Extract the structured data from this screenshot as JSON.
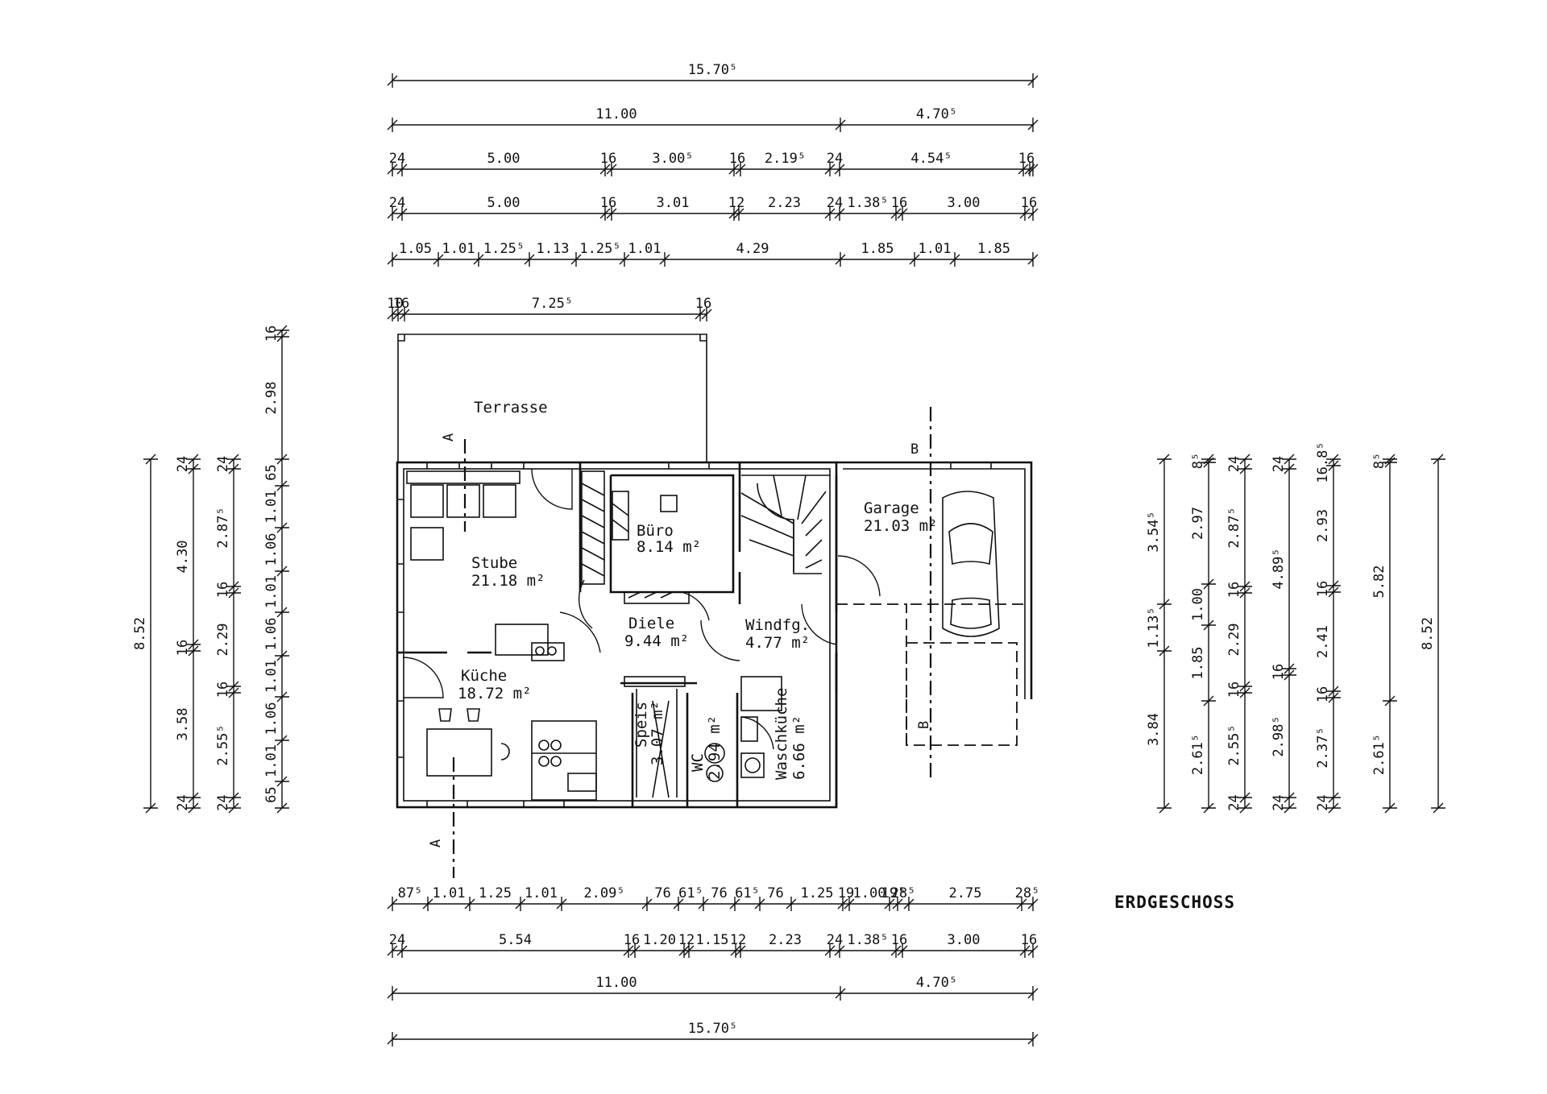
{
  "title": "ERDGESCHOSS",
  "rooms": {
    "terrasse": "Terrasse",
    "stube": "Stube",
    "stube_area": "21.18 m²",
    "buero": "Büro",
    "buero_area": "8.14 m²",
    "diele": "Diele",
    "diele_area": "9.44 m²",
    "windfang": "Windfg.",
    "windfang_area": "4.77 m²",
    "garage": "Garage",
    "garage_area": "21.03 m²",
    "kueche": "Küche",
    "kueche_area": "18.72 m²",
    "speis": "Speis",
    "speis_area": "3.07 m²",
    "wc": "WC",
    "wc_area": "2.94 m²",
    "waschkueche": "Waschküche",
    "waschkueche_area": "6.66 m²"
  },
  "section_markers": {
    "a": "A",
    "b": "B"
  },
  "dimensions": {
    "top_total": "15.70⁵",
    "top_split": [
      "11.00",
      "4.70⁵"
    ],
    "top_row3": [
      "24",
      "5.00",
      "16",
      "3.00⁵",
      "16",
      "2.19⁵",
      "24",
      "4.54⁵",
      "16"
    ],
    "top_row4": [
      "24",
      "5.00",
      "16",
      "3.01",
      "12",
      "2.23",
      "24",
      "1.38⁵",
      "16",
      "3.00",
      "16"
    ],
    "top_row5": [
      "1.05",
      "1.01",
      "1.25⁵",
      "1.13",
      "1.25⁵",
      "1.01",
      "4.29",
      "1.85",
      "1.01",
      "1.85"
    ],
    "terrace_width": [
      "10",
      "16",
      "7.25⁵",
      "16"
    ],
    "bottom_row1": [
      "87⁵",
      "1.01",
      "1.25",
      "1.01",
      "2.09⁵",
      "76",
      "61⁵",
      "76",
      "61⁵",
      "76",
      "1.25",
      "19",
      "1.00",
      "19⁵",
      "28⁵",
      "2.75",
      "28⁵"
    ],
    "bottom_row2": [
      "24",
      "5.54",
      "16",
      "1.20",
      "12",
      "1.15",
      "12",
      "2.23",
      "24",
      "1.38⁵",
      "16",
      "3.00",
      "16"
    ],
    "bottom_split": [
      "11.00",
      "4.70⁵"
    ],
    "bottom_total": "15.70⁵",
    "left_col1": [
      "8.52"
    ],
    "left_col2": [
      "24",
      "4.30",
      "16",
      "3.58",
      "24"
    ],
    "left_col3": [
      "24",
      "2.87⁵",
      "16",
      "2.29",
      "16",
      "2.55⁵",
      "24"
    ],
    "left_col4": [
      "16",
      "2.98",
      "65",
      "1.01",
      "1.06",
      "1.01",
      "1.06",
      "1.01",
      "1.06",
      "1.01",
      "65"
    ],
    "right_col1": [
      "3.54⁵",
      "1.13⁵",
      "3.84"
    ],
    "right_col2": [
      "8⁵",
      "2.97",
      "1.00",
      "1.85",
      "2.61⁵"
    ],
    "right_col3": [
      "24",
      "2.87⁵",
      "16",
      "2.29",
      "16",
      "2.55⁵",
      "24"
    ],
    "right_col4": [
      "24",
      "4.89⁵",
      "16",
      "2.98⁵",
      "24"
    ],
    "right_col5": [
      "16.8⁵",
      "2.93",
      "16",
      "2.41",
      "16",
      "2.37⁵",
      "24"
    ],
    "right_col6": [
      "8⁵",
      "5.82",
      "2.61⁵"
    ],
    "right_col7": [
      "8.52"
    ]
  }
}
